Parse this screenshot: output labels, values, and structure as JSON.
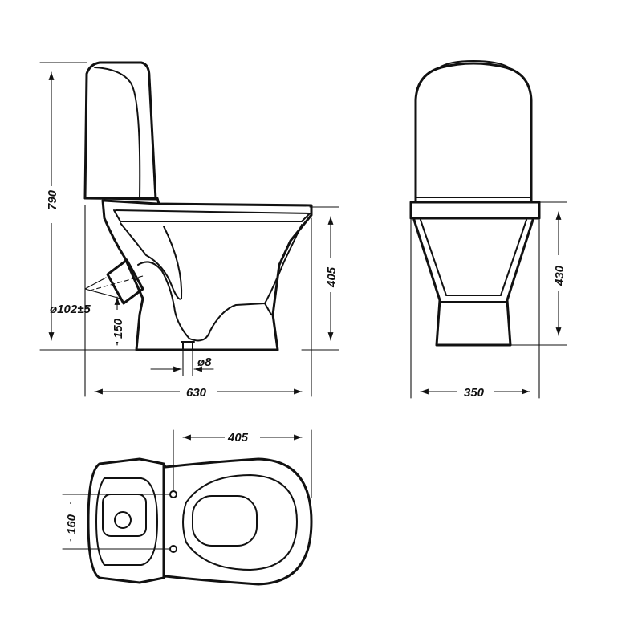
{
  "dimensions": {
    "overall_height": "790",
    "bowl_height": "405",
    "outlet_diameter": "ø102±5",
    "outlet_height": "150",
    "fixing_diameter": "ø8",
    "overall_length": "630",
    "front_height": "430",
    "front_width": "350",
    "plan_length": "405",
    "plan_width": "160"
  }
}
